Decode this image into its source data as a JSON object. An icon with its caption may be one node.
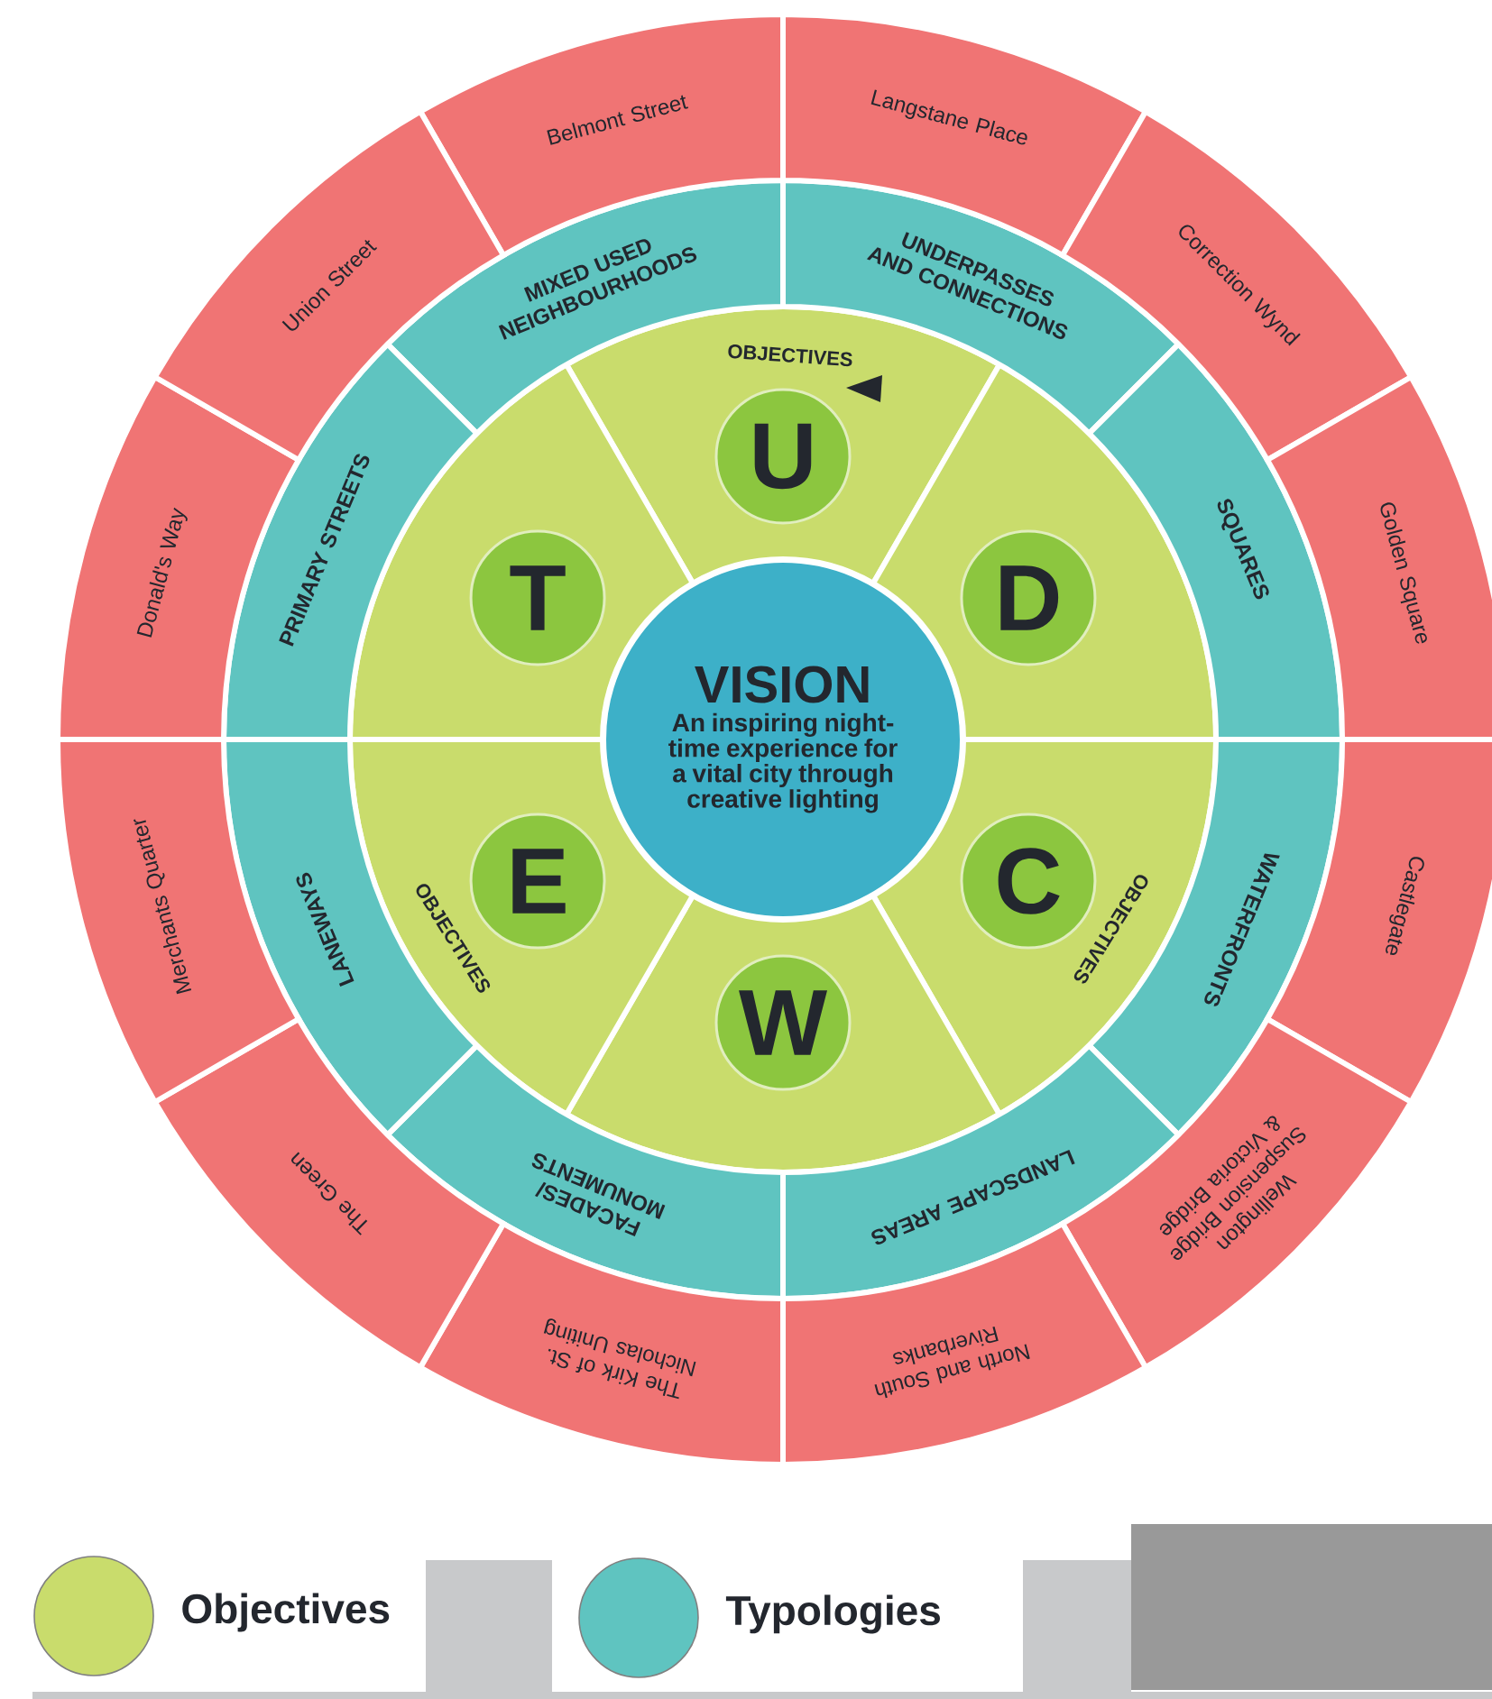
{
  "diagram": {
    "nodes": [
      {
        "text": [
          "VISION",
          "An inspiring night-time experience for a vital city through creative lighting"
        ]
      },
      {
        "text": [],
        "shape": "sector"
      },
      {
        "text": [],
        "shape": "sector"
      },
      {
        "text": [],
        "shape": "sector"
      },
      {
        "text": [],
        "shape": "sector"
      },
      {
        "text": [],
        "shape": "sector"
      },
      {
        "text": [],
        "shape": "sector"
      },
      {
        "text": [
          "U"
        ],
        "in": 1
      },
      {
        "text": [
          "D"
        ],
        "in": 2
      },
      {
        "text": [
          "C"
        ],
        "in": 3
      },
      {
        "text": [
          "W"
        ],
        "in": 4
      },
      {
        "text": [
          "E"
        ],
        "in": 5
      },
      {
        "text": [
          "T"
        ],
        "in": 6
      },
      {
        "text": [
          "MIXED USED NEIGHBOURHOODS"
        ]
      },
      {
        "text": [
          "UNDERPASSES AND CONNECTIONS"
        ]
      },
      {
        "text": [
          "SQUARES"
        ]
      },
      {
        "text": [
          "WATERFRONTS"
        ]
      },
      {
        "text": [
          "LANDSCAPE AREAS"
        ]
      },
      {
        "text": [
          "FACADES/ MONUMENTS"
        ]
      },
      {
        "text": [
          "LANEWAYS"
        ]
      },
      {
        "text": [
          "PRIMARY STREETS"
        ]
      },
      {
        "text": [
          "Belmont Street"
        ]
      },
      {
        "text": [
          "Langstane Place"
        ]
      },
      {
        "text": [
          "Correction Wynd"
        ]
      },
      {
        "text": [
          "Golden Square"
        ]
      },
      {
        "text": [
          "Castlegate"
        ]
      },
      {
        "text": [
          "Wellington Suspension Bridge & Victoria Bridge"
        ]
      },
      {
        "text": [
          "North and South Riverbanks"
        ]
      },
      {
        "text": [
          "The Kirk of St. Nicholas Uniting"
        ]
      },
      {
        "text": [
          "The Green"
        ]
      },
      {
        "text": [
          "Merchants Quarter"
        ]
      },
      {
        "text": [
          "Donald's Way"
        ]
      },
      {
        "text": [
          "Union Street"
        ]
      }
    ],
    "labels": [
      "OBJECTIVES",
      "OBJECTIVES",
      "OBJECTIVES"
    ],
    "legend": [
      {
        "text": "Objectives",
        "color": "#c9dc6c"
      },
      {
        "text": "Typologies",
        "color": "#5fc4c0"
      }
    ]
  }
}
